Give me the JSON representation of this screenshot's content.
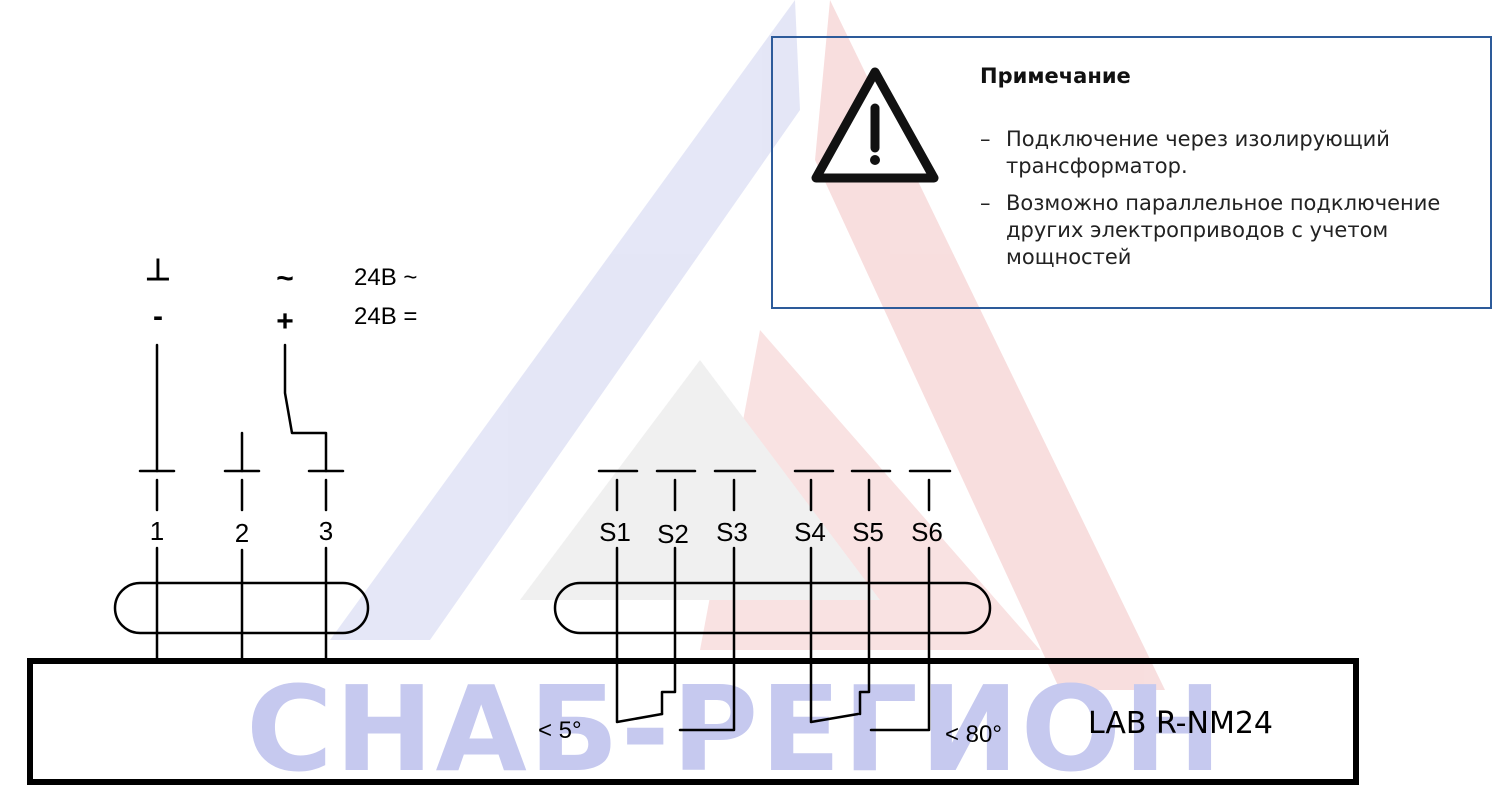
{
  "watermark": {
    "text": "СНАБ-РЕГИОН"
  },
  "supply": {
    "ac_neutral_symbol": "⊥",
    "dc_minus_symbol": "-",
    "ac_live_symbol": "~",
    "dc_plus_symbol": "+",
    "ac_voltage": "24В ~",
    "dc_voltage": "24В ="
  },
  "terminals": {
    "power": [
      "1",
      "2",
      "3"
    ],
    "switches": [
      "S1",
      "S2",
      "S3",
      "S4",
      "S5",
      "S6"
    ]
  },
  "auxiliary_switches": {
    "switch1_angle": "< 5°",
    "switch2_angle": "< 80°"
  },
  "device": {
    "model": "LAB R-NM24"
  },
  "note": {
    "icon": "warning-triangle-icon",
    "title": "Примечание",
    "items": [
      "Подключение через изолирующий трансформатор.",
      "Возможно параллельное подключение других электроприводов с учетом мощностей"
    ]
  },
  "colors": {
    "wire": "#000000",
    "note_border": "#2d5b9a",
    "watermark_blue": "#c6c9ef",
    "watermark_red": "#f2b9b9"
  }
}
